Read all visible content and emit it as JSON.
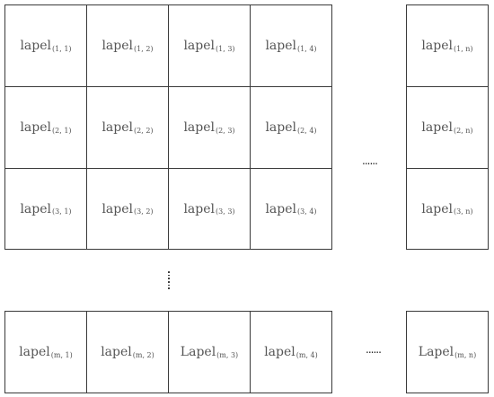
{
  "grid": {
    "row_1": [
      "lapel",
      "lapel",
      "lapel",
      "lapel",
      "lapel"
    ],
    "row_1_subscripts": [
      "(1, 1)",
      "(1, 2)",
      "(1, 3)",
      "(1, 4)",
      "(1, n)"
    ],
    "row_2": [
      "lapel",
      "lapel",
      "lapel",
      "lapel",
      "lapel"
    ],
    "row_2_subscripts": [
      "(2, 1)",
      "(2, 2)",
      "(2, 3)",
      "(2, 4)",
      "(2, n)"
    ],
    "row_3": [
      "lapel",
      "lapel",
      "lapel",
      "lapel",
      "lapel"
    ],
    "row_3_subscripts": [
      "(3, 1)",
      "(3, 2)",
      "(3, 3)",
      "(3, 4)",
      "(3, n)"
    ],
    "row_m": [
      "lapel",
      "lapel",
      "Lapel",
      "lapel",
      "Lapel"
    ],
    "row_m_subscripts": [
      "(m, 1)",
      "(m, 2)",
      "(m, 3)",
      "(m, 4)",
      "(m, n)"
    ]
  },
  "ellipses": {
    "horizontal_middle": "......",
    "horizontal_bottom": "......"
  }
}
